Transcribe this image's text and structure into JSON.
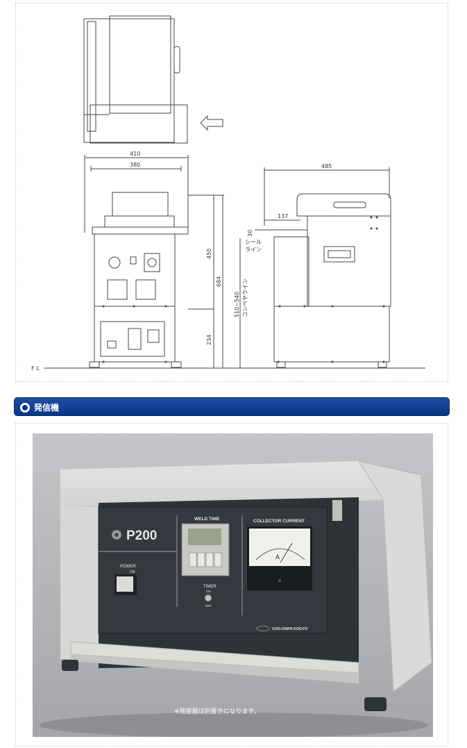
{
  "drawing": {
    "dims": {
      "w410": "410",
      "w380": "380",
      "w485": "485",
      "w137": "137",
      "h30": "30",
      "h450": "450",
      "h684": "684",
      "h234": "234",
      "h510": "510~540",
      "seal_line": "シール\nライン",
      "conveyor_line": "コンベヤライン",
      "floor": "F L"
    }
  },
  "section": {
    "title": "発信機"
  },
  "photo": {
    "model": "P200",
    "weld_time": "WELD TIME",
    "collector_current": "COLLECTOR CURRENT",
    "power": "POWER",
    "on": "ON",
    "timer": "TIMER",
    "timer_on": "ON",
    "timer_off": "OFF",
    "maker": "CHO-ONPA KOGYO",
    "meter_unit": "A",
    "caption": "※発振器は別置きになります。"
  },
  "colors": {
    "header_blue": "#0a3587",
    "panel_dark": "#2e3338"
  }
}
